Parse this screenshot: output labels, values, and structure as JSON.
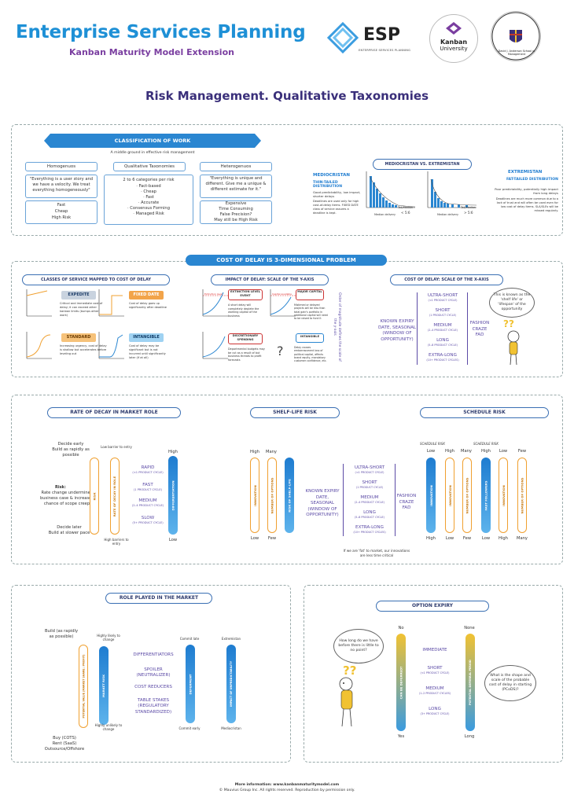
{
  "header": {
    "title": "Enterprise Services Planning",
    "subtitle": "Kanban Maturity Model Extension",
    "esp_logo": {
      "text": "ESP",
      "sub": "ENTERPRISE SERVICES PLANNING"
    },
    "ku_logo": {
      "line1": "Kanban",
      "line2": "University"
    },
    "da_logo": {
      "text": "David J. Anderson School of Management"
    },
    "page_title": "Risk Management. Qualitative Taxonomies"
  },
  "classification": {
    "banner": "CLASSIFICATION OF WORK",
    "middle_ground": "A middle ground in effective risk management",
    "homogenous": {
      "label": "Homogenuos",
      "quote": "\"Everything is a user story and we have a velocity. We treat everything homogeneously\"",
      "items": [
        "Fast",
        "Cheap",
        "High Risk"
      ]
    },
    "qualitative": {
      "label": "Qualitative Taxonomies",
      "items": [
        "2 to 6 categories per risk",
        "· Fact-based",
        "· Cheap",
        "· Fast",
        "· Accurate",
        "· Consensus Forming",
        "· Managed Risk"
      ]
    },
    "heterogenous": {
      "label": "Heterogenuos",
      "quote": "\"Everything is unique and different. Give me a unique & different estimate for it.\"",
      "items": [
        "Expensive",
        "Time Consuming",
        "False Precision?",
        "May still be High Risk"
      ]
    },
    "med_vs_ext": {
      "banner": "MEDIOCRISTAN VS. EXTREMISTAN",
      "mediocristan": "MEDIOCRISTAN",
      "thin_tailed": "THIN-TAILED DISTRIBUTION",
      "thin_desc": "Good predictability, low impact, shorter delays",
      "thin_desc2": "Deadlines are used only for high cost-of-delay items. FIXED DATE class of service assures a deadline is kept.",
      "extremistan": "EXTREMISTAN",
      "fat_tailed": "FAT-TAILED DISTRIBUTION",
      "fat_desc": "Poor predictability, potentially high impact from long delays",
      "fat_desc2": "Deadlines are much more common due to a lack of trust and will often be used even for low cost of delay items. SLA/SLEs will be missed regularly.",
      "ratio_left": "< 5:6",
      "ratio_right": "> 5:6",
      "axis_left": "Median delivery",
      "axis_right": "Median delivery",
      "top_left": "Tail/Median",
      "top_right": "Tail/Median"
    }
  },
  "cod": {
    "banner": "COST OF DELAY IS 3-DIMENSIONAL PROBLEM",
    "classes": {
      "banner": "CLASSES OF SERVICE MAPPED TO COST OF DELAY",
      "expedite": "EXPEDITE",
      "expedite_desc": "Critical and immediate cost of delay; it can exceed other kanban limits (bumps other work)",
      "fixed": "FIXED DATE",
      "fixed_desc": "Cost of delay goes up significantly after deadline",
      "standard": "STANDARD",
      "standard_desc": "Increasing urgency, cost of delay is shallow but accelerates before leveling out",
      "intangible": "INTANGIBLE",
      "intangible_desc": "Cost of delay may be significant but is not incurred until significantly later (if at all)",
      "y_impact": "Impact",
      "x_delay": "Delay"
    },
    "yaxis": {
      "banner": "IMPACT OF DELAY: SCALE OF THE Y-AXIS",
      "extinction": "EXTINCTION LEVEL EVENT",
      "extinction_desc": "A short delay will completely deplete the working capital of the business",
      "major": "MAJOR CAPITAL",
      "major_desc": "Mistimed or delayed projects will be less than total gain's portfolio in additional capital will need to be raised to fund it",
      "discretionary": "DISCRETIONARY SPENDING",
      "discretionary_desc": "Departmental budgets may be cut as a result of but business threats to profit forecasts",
      "intangible": "INTANGIBLE",
      "intangible_desc": "Delay causes embarrassment loss of political capital, affects brand equity, mandatory customer confidence, etc.",
      "side_note": "Order of magnitude defines the scale of the y-axis",
      "ext_label": "Extinction level",
      "cap_label": "Capital available"
    },
    "xaxis": {
      "banner": "COST OF DELAY: SCALE OF THE X-AXIS",
      "left": "KNOWN EXPIRY DATE, SEASONAL (WINDOW OF OPPORTUNITY)",
      "right": "FASHION CRAZE FAD",
      "items": [
        {
          "name": "ULTRA-SHORT",
          "sub": "(<1 PRODUCT CYCLE)"
        },
        {
          "name": "SHORT",
          "sub": "(1 PRODUCT CYCLE)"
        },
        {
          "name": "MEDIUM",
          "sub": "(2–4 PRODUCT CYCLE)"
        },
        {
          "name": "LONG",
          "sub": "(5–8 PRODUCT CYCLE)"
        },
        {
          "name": "EXTRA-LONG",
          "sub": "(10+ PRODUCT CYCLES)"
        }
      ],
      "bubble": "This is known as the 'shelf life' or 'lifespan' of the opportunity"
    }
  },
  "decay": {
    "banner": "RATE OF DECAY IN MARKET ROLE",
    "decide_early": "Decide early\nBuild as rapidly as possible",
    "risk_label": "Risk:",
    "risk_text": "Rate change undermines business case & increases chance of scope creep",
    "decide_later": "Decide later\nBuild at slower pace",
    "low_barrier": "Low barrier to entry",
    "high_barriers": "High barriers to entry",
    "bar1": "RISK",
    "bar2": "RATE OF DECAY IN ROLE",
    "bar3": "DIFFERENTIATION",
    "high": "High",
    "low": "Low",
    "items": [
      {
        "name": "RAPID",
        "sub": "(<1 PRODUCT CYCLE)"
      },
      {
        "name": "FAST",
        "sub": "(1 PRODUCT CYCLE)"
      },
      {
        "name": "MEDIUM",
        "sub": "(2–4 PRODUCT CYCLE)"
      },
      {
        "name": "SLOW",
        "sub": "(5+ PRODUCT CYCLE)"
      }
    ]
  },
  "shelf": {
    "banner": "SHELF-LIFE RISK",
    "high": "High",
    "many": "Many",
    "low": "Low",
    "few": "Few",
    "bar1": "INNOVATION",
    "bar2": "NUMBER OF OPTIONS",
    "bar3": "RISK OF SHELF-LIFE",
    "left": "KNOWN EXPIRY DATE, SEASONAL (WINDOW OF OPPORTUNITY)",
    "right": "FASHION CRAZE FAD",
    "items": [
      {
        "name": "ULTRA-SHORT",
        "sub": "(<1 PRODUCT CYCLE)"
      },
      {
        "name": "SHORT",
        "sub": "(1 PRODUCT CYCLE)"
      },
      {
        "name": "MEDIUM",
        "sub": "(2–4 PRODUCT CYCLE)"
      },
      {
        "name": "LONG",
        "sub": "(5–8 PRODUCT CYCLE)"
      },
      {
        "name": "EXTRA-LONG",
        "sub": "(10+ PRODUCT CYCLES)"
      }
    ],
    "note": "If we are 'fat' to market, our innovations are less time critical"
  },
  "schedule": {
    "banner": "SCHEDULE RISK",
    "sched1": "SCHEDULE RISK",
    "sched2": "SCHEDULE RISK",
    "labels_top": [
      "Low",
      "High",
      "Many",
      "High",
      "Low",
      "Few"
    ],
    "labels_bot": [
      "High",
      "Low",
      "Few",
      "Low",
      "High",
      "Many"
    ],
    "bars": [
      "INNOVATION",
      "INNOVATION",
      "NUMBER OF OPTIONS",
      "FAST FOLLOWERS",
      "INNOVATION",
      "NUMBER OF OPTIONS"
    ]
  },
  "role": {
    "banner": "ROLE PLAYED IN THE MARKET",
    "build": "Build (as rapidly as possible)",
    "buy": "Buy (COTS)\nRent (SaaS)\nOutsource/Offshore",
    "highly_likely": "Highly likely to change",
    "highly_unlikely": "Highly unlikely to change",
    "commit_late": "Commit late",
    "commit_early": "Commit early",
    "extremistan": "Extremistan",
    "mediocristan": "Mediocristan",
    "bar1": "POTENTIAL VALUE (MARKET SHARE / PROFIT)",
    "bar2": "MARKET RISK",
    "bar3": "DEFERMENT",
    "bar4": "IMPACT OF UNPREDICTABILITY",
    "items": [
      {
        "name": "DIFFERENTIATORS"
      },
      {
        "name": "SPOILER",
        "sub": "(NEUTRALIZER)"
      },
      {
        "name": "COST REDUCERS"
      },
      {
        "name": "TABLE STAKES",
        "sub": "(REGULATORY STANDARDIZED)"
      }
    ]
  },
  "option": {
    "banner": "OPTION EXPIRY",
    "bubble_left": "How long do we have before there is little to no point?",
    "bubble_right": "What is the shape and scale of the probable cost of delay in starting (PCoDS)?",
    "no": "No",
    "none": "None",
    "yes": "Yes",
    "long": "Long",
    "bar1": "CAN BE DEFERRED?",
    "bar2": "POTENTIAL DEFERRAL PERIOD",
    "items": [
      {
        "name": "IMMEDIATE"
      },
      {
        "name": "SHORT",
        "sub": "(<1 PRODUCT CYCLE)"
      },
      {
        "name": "MEDIUM",
        "sub": "(1–2 PRODUCT CYCLES)"
      },
      {
        "name": "LONG",
        "sub": "(3+ PRODUCT CYCLE)"
      }
    ]
  },
  "footer": {
    "line1": "More information: www.kanbanmaturitymodel.com",
    "line2": "© Mauvius Group Inc. All rights reserved. Reproduction by permission only."
  },
  "colors": {
    "blue": "#1e90d6",
    "purple": "#7a3ea0",
    "orange": "#f0a030",
    "navy": "#3a2f7a"
  }
}
